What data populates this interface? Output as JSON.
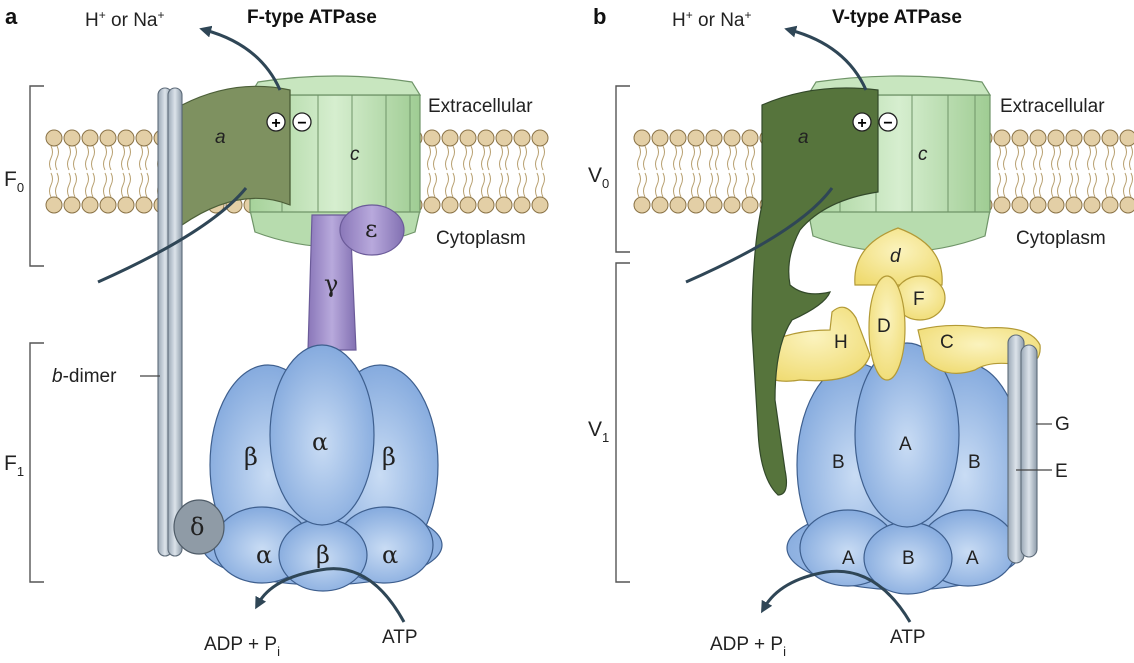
{
  "panel_a": {
    "letter": "a",
    "title": "F-type ATPase",
    "ion": {
      "h": "H",
      "sup1": "+",
      "or": " or Na",
      "sup2": "+"
    },
    "extracellular": "Extracellular",
    "cytoplasm": "Cytoplasm",
    "domain_top": {
      "main": "F",
      "sub": "0"
    },
    "domain_bottom": {
      "main": "F",
      "sub": "1"
    },
    "b_dimer": {
      "italic": "b",
      "rest": "-dimer"
    },
    "subunits": {
      "a": "a",
      "c": "c",
      "epsilon": "ε",
      "gamma": "γ",
      "alpha_top": "α",
      "beta_left": "β",
      "beta_right": "β",
      "alpha_bottom_left": "α",
      "beta_bottom": "β",
      "alpha_bottom_right": "α",
      "delta": "δ"
    },
    "charges": {
      "plus": "+",
      "minus": "−"
    },
    "adp": {
      "main": "ADP + P",
      "sub": "i"
    },
    "atp": "ATP"
  },
  "panel_b": {
    "letter": "b",
    "title": "V-type ATPase",
    "ion": {
      "h": "H",
      "sup1": "+",
      "or": " or Na",
      "sup2": "+"
    },
    "extracellular": "Extracellular",
    "cytoplasm": "Cytoplasm",
    "domain_top": {
      "main": "V",
      "sub": "0"
    },
    "domain_bottom": {
      "main": "V",
      "sub": "1"
    },
    "subunits": {
      "a": "a",
      "c": "c",
      "d": "d",
      "F": "F",
      "D": "D",
      "H": "H",
      "C": "C",
      "A_top": "A",
      "B_left": "B",
      "B_right": "B",
      "A_bottom_left": "A",
      "B_bottom": "B",
      "A_bottom_right": "A",
      "G": "G",
      "E": "E"
    },
    "charges": {
      "plus": "+",
      "minus": "−"
    },
    "adp": {
      "main": "ADP + P",
      "sub": "i"
    },
    "atp": "ATP"
  },
  "colors": {
    "membrane_head": "#e3cfa6",
    "membrane_tail": "#b8a070",
    "subunit_a_f": "#7e9160",
    "subunit_a_v": "#56743c",
    "c_ring": "#bfe2b6",
    "gamma_epsilon": "#9d8bc7",
    "head_blue": "#8cb1e3",
    "stator_grey": "#b4c0cc",
    "yellow": "#f4e48a",
    "arrow": "#2f4656"
  }
}
